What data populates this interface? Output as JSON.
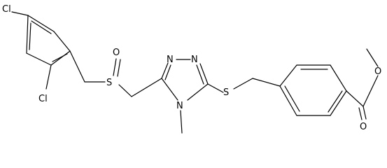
{
  "atoms": {
    "cl_top": "Cl",
    "cl_bottom": "Cl",
    "sulfinyl_o": "O",
    "sulfinyl_s": "S",
    "triazole_n1": "N",
    "triazole_n2": "N",
    "triazole_n4": "N",
    "thioether_s": "S",
    "ester_o_single": "O",
    "ester_o_double": "O"
  }
}
